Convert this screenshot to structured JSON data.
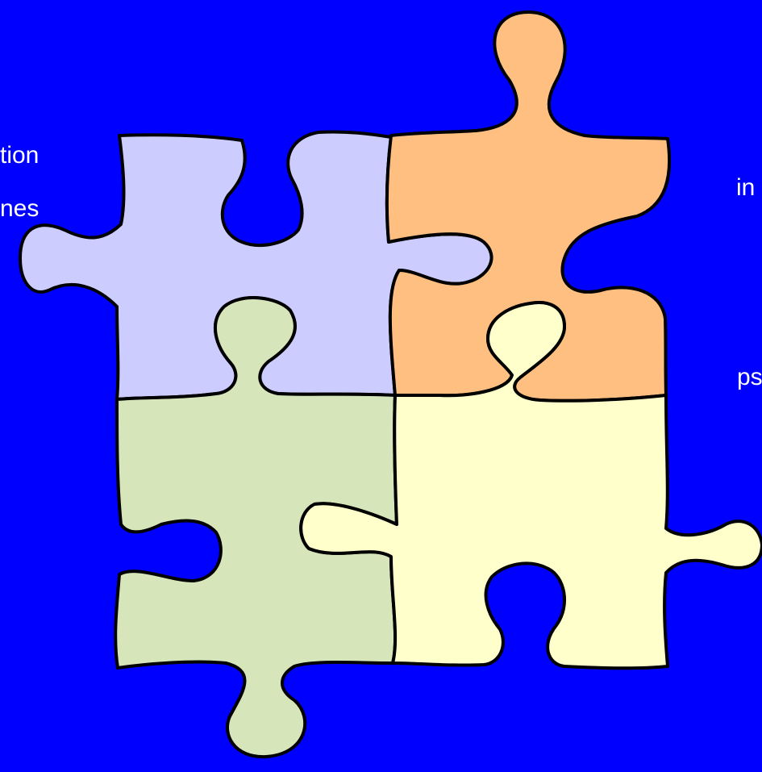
{
  "slide": {
    "background_color": "#0000FF",
    "text_color": "#FFFFFF"
  },
  "labels": {
    "left_line1": "tion",
    "left_line2": "nes",
    "right_line1": "in",
    "right_line2": "ps"
  },
  "pieces": {
    "top_left_color": "#CCCCFF",
    "top_right_color": "#FFBF80",
    "bottom_left_color": "#D6E6BA",
    "bottom_right_color": "#FFFFCC",
    "outline_color": "#000000"
  }
}
